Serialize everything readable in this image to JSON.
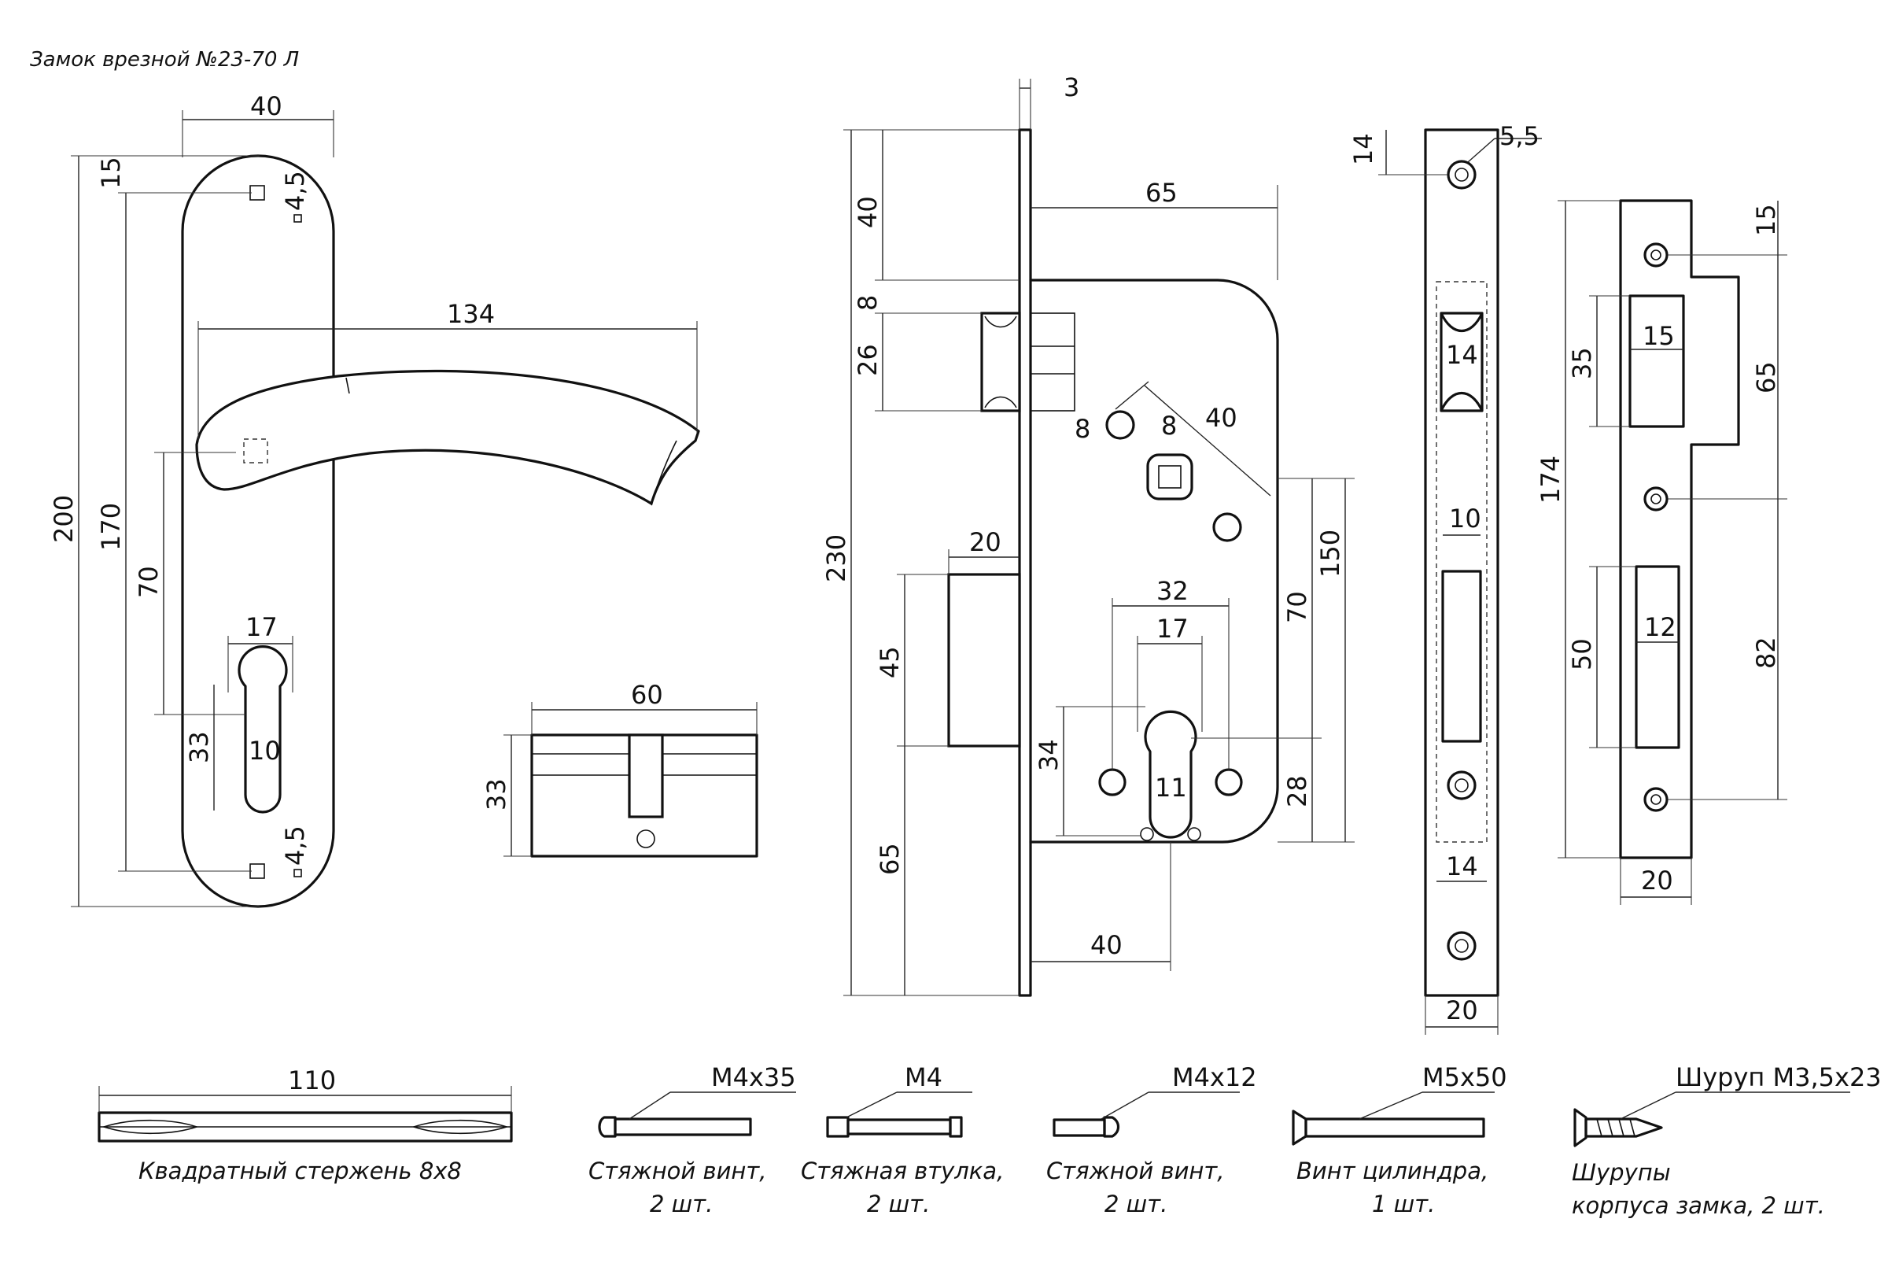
{
  "title": "Замок врезной №23-70 Л",
  "handle": {
    "dims": {
      "width": "40",
      "height": "200",
      "holes_span": "170",
      "top_offset": "15",
      "hole_top": "4,5",
      "hole_bottom": "4,5",
      "lever_length": "134",
      "spindle_to_cylinder": "70",
      "cyl_width": "17",
      "cyl_height": "33",
      "cyl_slot": "10"
    }
  },
  "cylinder": {
    "dims": {
      "length": "60",
      "height": "33"
    }
  },
  "lock_body": {
    "dims": {
      "faceplate_thickness": "3",
      "backset_width": "65",
      "total_height": "230",
      "top": "40",
      "gap": "8",
      "latch": "26",
      "bolt_width": "20",
      "bolt_height": "45",
      "bottom": "65",
      "hole_spacing": "40",
      "hole_diam": "8",
      "spindle_square": "8",
      "body_height": "150",
      "spindle_to_cyl": "70",
      "cyl_to_bottom": "28",
      "screw_span": "32",
      "cyl_span": "17",
      "cyl_height": "34",
      "cyl_bottom": "11",
      "backset": "40"
    }
  },
  "faceplate": {
    "dims": {
      "top_offset": "14",
      "hole_diam": "5,5",
      "latch_width": "14",
      "bolt_width": "10",
      "lower_width": "14",
      "width": "20"
    }
  },
  "strike": {
    "dims": {
      "height": "174",
      "top_offset": "15",
      "latch_h": "35",
      "latch_w": "15",
      "span_upper": "65",
      "bolt_h": "50",
      "bolt_w": "12",
      "span_lower": "82",
      "width": "20"
    }
  },
  "accessories": [
    {
      "spec": "110",
      "label1": "Квадратный стержень 8х8",
      "label2": ""
    },
    {
      "spec": "М4х35",
      "label1": "Стяжной винт,",
      "label2": "2 шт."
    },
    {
      "spec": "М4",
      "label1": "Стяжная втулка,",
      "label2": "2 шт."
    },
    {
      "spec": "М4х12",
      "label1": "Стяжной винт,",
      "label2": "2 шт."
    },
    {
      "spec": "М5х50",
      "label1": "Винт цилиндра,",
      "label2": "1 шт."
    },
    {
      "spec": "Шуруп М3,5х23",
      "label1": "Шурупы",
      "label2": "корпуса замка, 2 шт."
    }
  ]
}
